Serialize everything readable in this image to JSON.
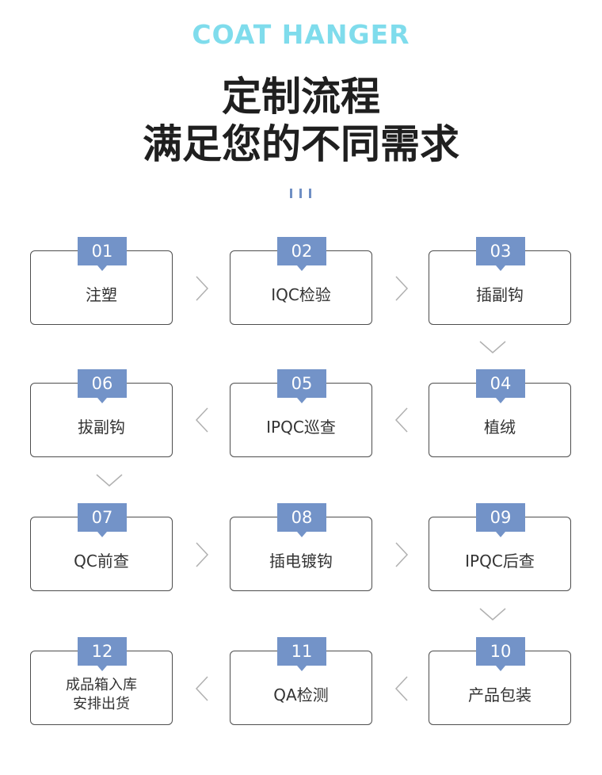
{
  "header": {
    "brand": "COAT HANGER",
    "title_line1": "定制流程",
    "title_line2": "满足您的不同需求"
  },
  "colors": {
    "brand": "#7fdcec",
    "accent": "#7393c8",
    "border": "#4d4d4d",
    "arrow": "#b0b0b0"
  },
  "steps": [
    {
      "num": "01",
      "label": "注塑"
    },
    {
      "num": "02",
      "label": "IQC检验"
    },
    {
      "num": "03",
      "label": "插副钩"
    },
    {
      "num": "04",
      "label": "植绒"
    },
    {
      "num": "05",
      "label": "IPQC巡查"
    },
    {
      "num": "06",
      "label": "拔副钩"
    },
    {
      "num": "07",
      "label": "QC前查"
    },
    {
      "num": "08",
      "label": "插电镀钩"
    },
    {
      "num": "09",
      "label": "IPQC后查"
    },
    {
      "num": "10",
      "label": "产品包装"
    },
    {
      "num": "11",
      "label": "QA检测"
    },
    {
      "num": "12",
      "label": "成品箱入库\n安排出货"
    }
  ],
  "arrow_icons": {
    "right": "chevron-right-icon",
    "left": "chevron-left-icon",
    "down": "chevron-down-icon"
  }
}
